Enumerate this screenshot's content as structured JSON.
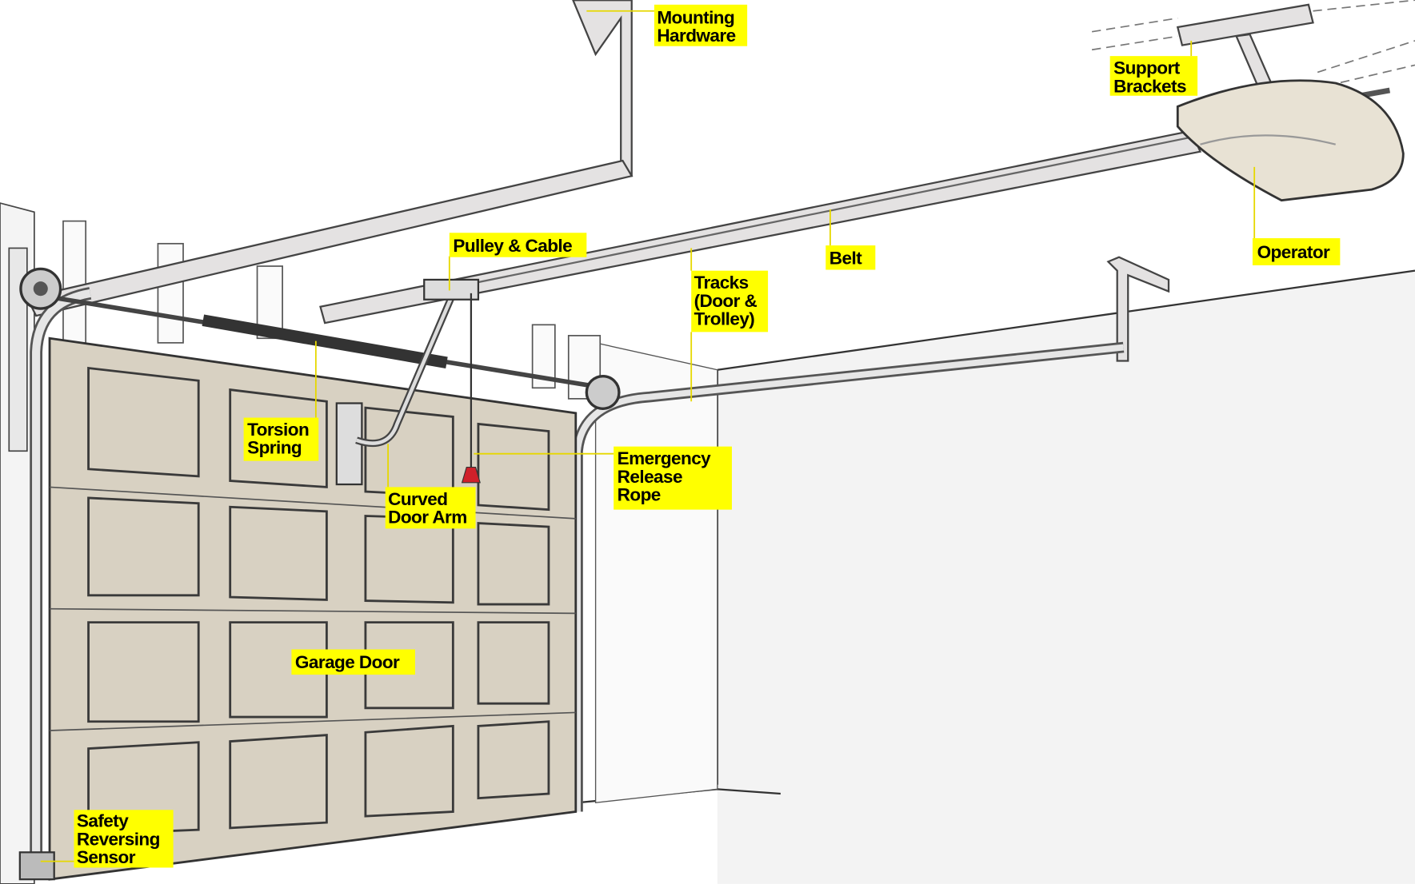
{
  "title": "Garage door opener parts diagram",
  "colors": {
    "label_bg": "#ffff00",
    "door": "#d8d1c2",
    "wall": "#f2f2f2",
    "rope_handle": "#d0202a"
  },
  "labels": {
    "mounting_hardware": [
      "Mounting",
      "Hardware"
    ],
    "support_brackets": [
      "Support",
      "Brackets"
    ],
    "pulley_cable": [
      "Pulley & Cable"
    ],
    "belt": [
      "Belt"
    ],
    "operator": [
      "Operator"
    ],
    "tracks": [
      "Tracks",
      "(Door &",
      "Trolley)"
    ],
    "torsion_spring": [
      "Torsion",
      "Spring"
    ],
    "emergency_release_rope": [
      "Emergency",
      "Release",
      "Rope"
    ],
    "curved_door_arm": [
      "Curved",
      "Door Arm"
    ],
    "garage_door": [
      "Garage Door"
    ],
    "safety_reversing_sensor": [
      "Safety",
      "Reversing",
      "Sensor"
    ]
  }
}
